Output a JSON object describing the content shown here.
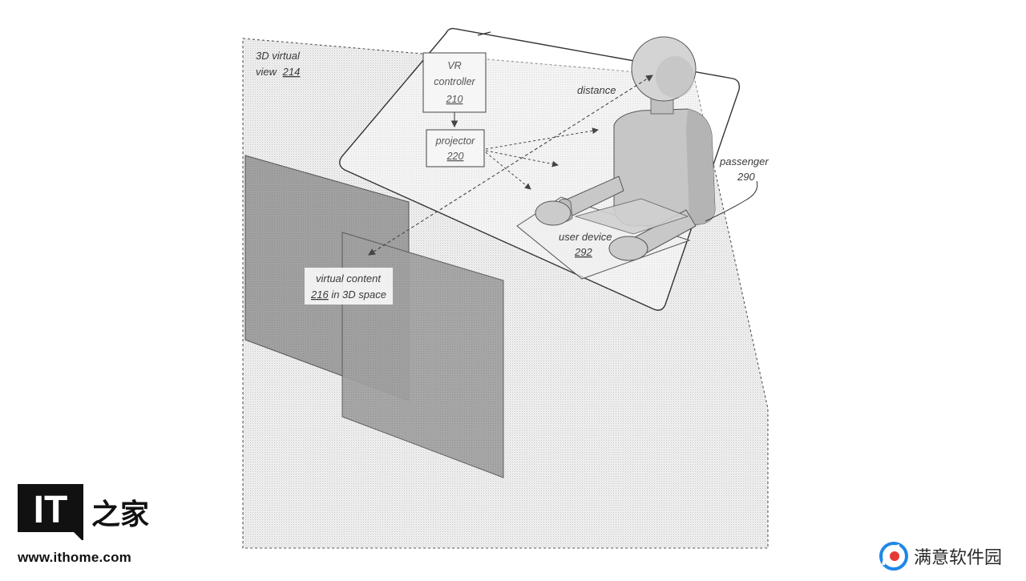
{
  "diagram": {
    "view_label_line1": "3D virtual",
    "view_label_line2": "view",
    "view_ref": "214",
    "vr_controller_line1": "VR",
    "vr_controller_line2": "controller",
    "vr_controller_ref": "210",
    "projector_label": "projector",
    "projector_ref": "220",
    "distance_label": "distance",
    "passenger_label": "passenger",
    "passenger_ref": "290",
    "user_device_label": "user device",
    "user_device_ref": "292",
    "virtual_content_line1": "virtual content",
    "virtual_content_ref": "216",
    "virtual_content_line2_rest": " in 3D space"
  },
  "watermarks": {
    "left_url": "www.ithome.com",
    "left_logo_latin": "IT",
    "left_logo_cjk": "之家",
    "right_brand": "满意软件园"
  },
  "colors": {
    "background": "#ffffff",
    "dotted_fill": "#ececec",
    "panel_fill": "#9e9e9e",
    "line": "#444444",
    "figure_fill": "#c8c8c8",
    "brand_blue": "#1e88e5",
    "brand_red": "#e53935"
  }
}
